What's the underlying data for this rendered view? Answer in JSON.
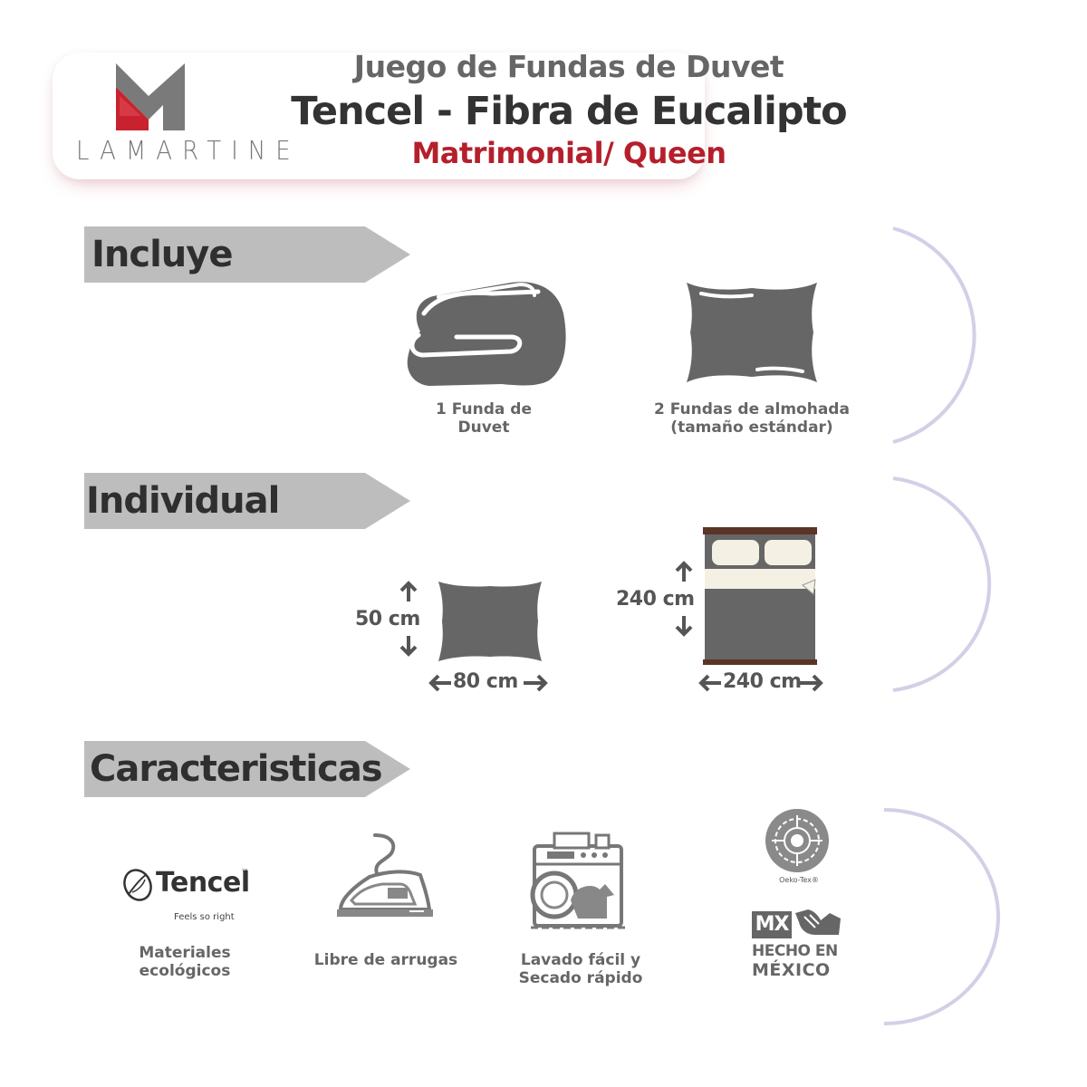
{
  "header": {
    "brand": "LAMARTINE",
    "title_line1": "Juego de Fundas de Duvet",
    "title_line2": "Tencel - Fibra de Eucalipto",
    "size_line": "Matrimonial/ Queen"
  },
  "sections": {
    "incluye": {
      "label": "Incluye",
      "items": [
        {
          "icon": "folded-duvet-icon",
          "caption_line1": "1 Funda de",
          "caption_line2": "Duvet"
        },
        {
          "icon": "pillow-icon",
          "caption_line1": "2 Fundas de almohada",
          "caption_line2": "(tamaño estándar)"
        }
      ]
    },
    "individual": {
      "label": "Individual",
      "pillow": {
        "height": "50 cm",
        "width": "80 cm"
      },
      "bed": {
        "height": "240 cm",
        "width": "240 cm"
      }
    },
    "caracteristicas": {
      "label": "Caracteristicas",
      "tencel_logo": {
        "text": "Tencel",
        "tm": "™",
        "tagline": "Feels so right"
      },
      "items": [
        {
          "icon": "tencel-logo",
          "caption_line1": "Materiales",
          "caption_line2": "ecológicos"
        },
        {
          "icon": "iron-icon",
          "caption_line1": "Libre de arrugas",
          "caption_line2": ""
        },
        {
          "icon": "washing-machine-icon",
          "caption_line1": "Lavado fácil y",
          "caption_line2": "Secado rápido"
        }
      ],
      "badges": {
        "oeko_tex": "Oeko-Tex®",
        "mx": "MX",
        "hecho_en": "HECHO EN",
        "mexico": "MÉXICO"
      }
    }
  },
  "colors": {
    "accent_red": "#b51f2c",
    "icon_gray": "#666666",
    "banner_gray": "#bdbdbd",
    "arc_lavender": "#d2d0e6"
  }
}
